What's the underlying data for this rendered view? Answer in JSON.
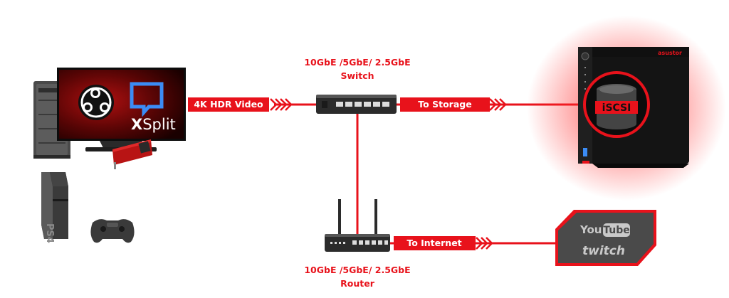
{
  "switch_caption": {
    "line1": "10GbE /5GbE/ 2.5GbE",
    "line2": "Switch"
  },
  "router_caption": {
    "line1": "10GbE /5GbE/ 2.5GbE",
    "line2": "Router"
  },
  "links": {
    "video": "4K HDR Video",
    "storage": "To Storage",
    "internet": "To Internet"
  },
  "nas": {
    "brand": "asustor",
    "badge": "iSCSI"
  },
  "software": {
    "xsplit_x": "X",
    "xsplit_rest": "Split"
  },
  "console": {
    "logo": "PS4"
  },
  "streaming": {
    "youtube_you": "You",
    "youtube_tube": "Tube",
    "twitch": "twitch"
  },
  "colors": {
    "accent": "#e8121b",
    "dark": "#1a1a1a",
    "panel": "#3a3a3a"
  }
}
